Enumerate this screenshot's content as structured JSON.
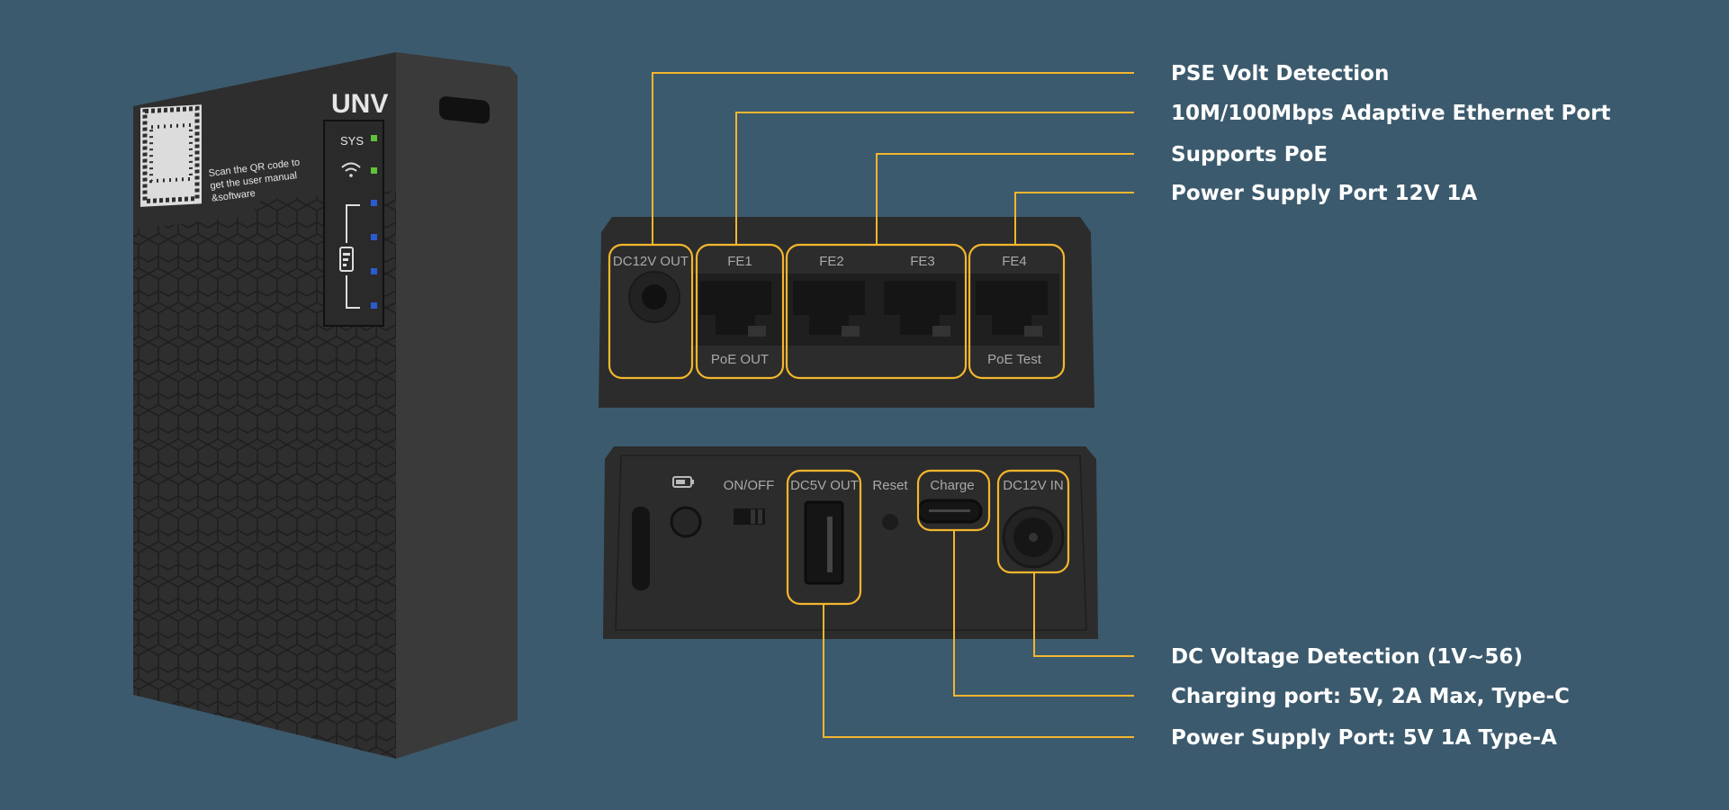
{
  "device": {
    "logo": "UNV",
    "qr_caption": [
      "Scan the QR code to",
      "get the user manual",
      "&software"
    ],
    "sys_label": "SYS"
  },
  "top_panel": {
    "ports": {
      "dc12v_out": "DC12V OUT",
      "fe1": "FE1",
      "fe2": "FE2",
      "fe3": "FE3",
      "fe4": "FE4",
      "poe_out": "PoE OUT",
      "poe_test": "PoE Test"
    },
    "callouts": [
      "PSE Volt Detection",
      "10M/100Mbps Adaptive Ethernet Port",
      "Supports PoE",
      "Power Supply Port 12V 1A"
    ]
  },
  "bottom_panel": {
    "ports": {
      "on_off": "ON/OFF",
      "dc5v_out": "DC5V OUT",
      "reset": "Reset",
      "charge": "Charge",
      "dc12v_in": "DC12V IN"
    },
    "callouts": [
      "DC Voltage Detection (1V~56)",
      "Charging port: 5V, 2A Max, Type-C",
      "Power Supply Port: 5V 1A Type-A"
    ]
  },
  "colors": {
    "background": "#3c5a6d",
    "callout": "#f2b62e",
    "led_green": "#5fc23a",
    "led_blue": "#2a5bd0"
  }
}
